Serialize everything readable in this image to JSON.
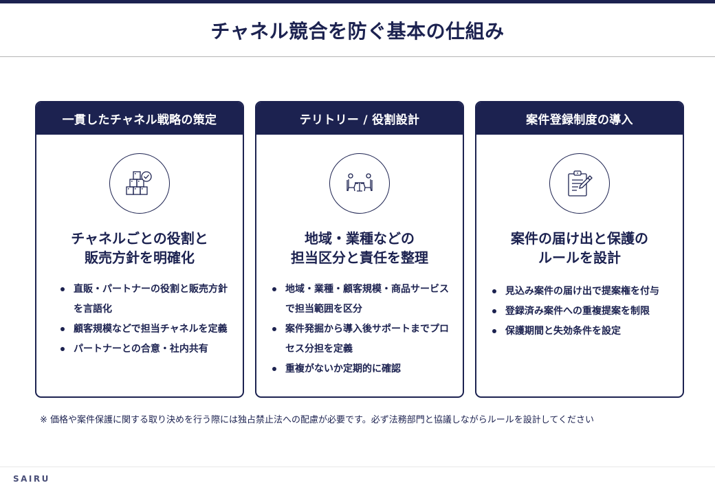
{
  "page": {
    "title": "チャネル競合を防ぐ基本の仕組み",
    "note": "※ 価格や案件保護に関する取り決めを行う際には独占禁止法への配慮が必要です。必ず法務部門と協議しながらルールを設計してください",
    "logo": "SAIRU"
  },
  "colors": {
    "primary": "#1c2250",
    "background": "#ffffff",
    "rule": "#b5b5b5"
  },
  "cards": [
    {
      "header": "一貫したチャネル戦略の策定",
      "icon": "boxes-check-icon",
      "subtitle_line1": "チャネルごとの役割と",
      "subtitle_line2": "販売方針を明確化",
      "bullets": [
        "直販・パートナーの役割と販売方針を言語化",
        "顧客規模などで担当チャネルを定義",
        "パートナーとの合意・社内共有"
      ]
    },
    {
      "header": "テリトリー / 役割設計",
      "icon": "meeting-people-icon",
      "subtitle_line1": "地域・業種などの",
      "subtitle_line2": "担当区分と責任を整理",
      "bullets": [
        "地域・業種・顧客規模・商品サービスで担当範囲を区分",
        "案件発掘から導入後サポートまでプロセス分担を定義",
        "重複がないか定期的に確認"
      ]
    },
    {
      "header": "案件登録制度の導入",
      "icon": "clipboard-pen-icon",
      "subtitle_line1": "案件の届け出と保護の",
      "subtitle_line2": "ルールを設計",
      "bullets": [
        "見込み案件の届け出で提案権を付与",
        "登録済み案件への重複提案を制限",
        "保護期間と失効条件を設定"
      ]
    }
  ]
}
